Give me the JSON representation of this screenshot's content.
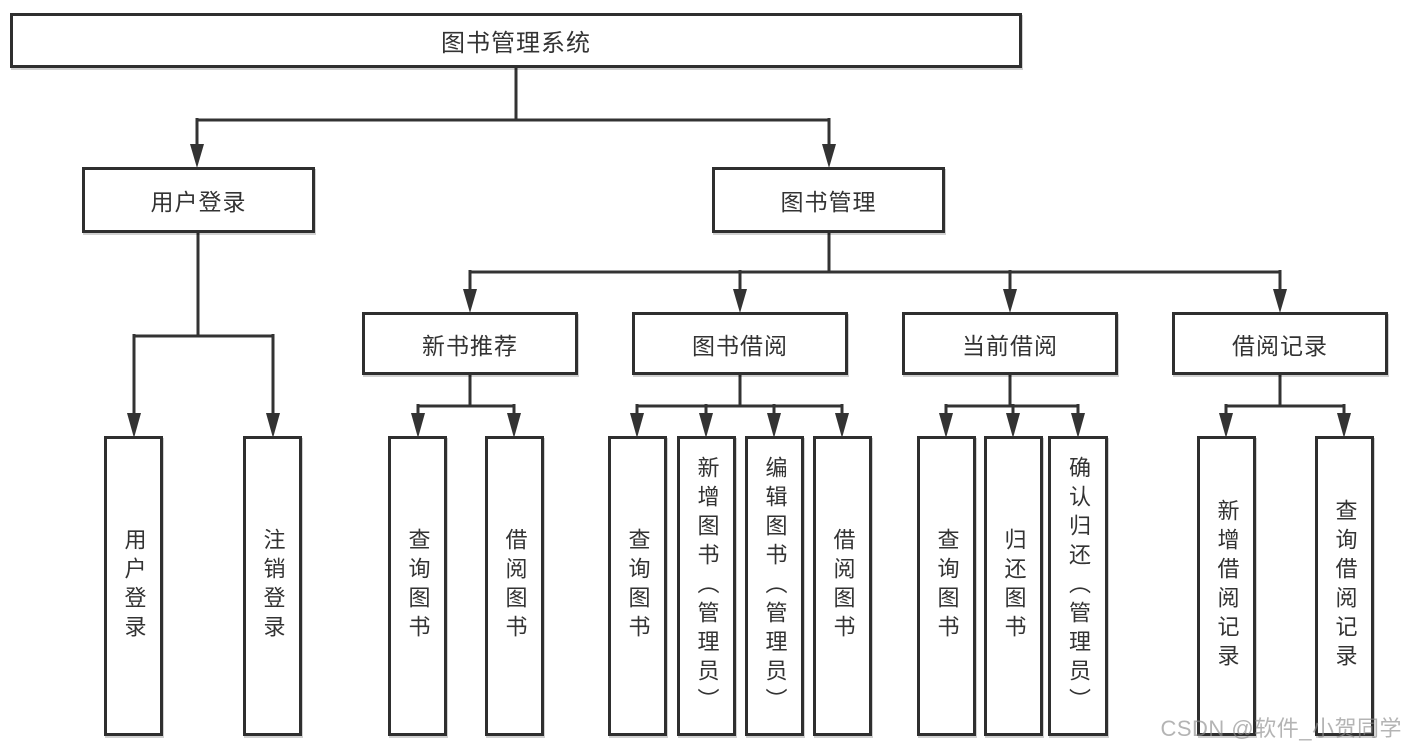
{
  "diagram": {
    "title": "图书管理系统",
    "level2": {
      "user_login": "用户登录",
      "book_mgmt": "图书管理"
    },
    "level3": {
      "new_book_rec": "新书推荐",
      "book_borrow": "图书借阅",
      "current_borrow": "当前借阅",
      "borrow_records": "借阅记录"
    },
    "leaves": {
      "user_login": [
        "用户登录",
        "注销登录"
      ],
      "new_book_rec": [
        "查询图书",
        "借阅图书"
      ],
      "book_borrow": [
        "查询图书",
        "新增图书（管理员）",
        "编辑图书（管理员）",
        "借阅图书"
      ],
      "current_borrow": [
        "查询图书",
        "归还图书",
        "确认归还（管理员）"
      ],
      "borrow_records": [
        "新增借阅记录",
        "查询借阅记录"
      ]
    },
    "colors": {
      "line": "#333333",
      "text": "#333333",
      "background": "#ffffff",
      "watermark": "#8c8c8c"
    }
  },
  "watermark": {
    "text": "CSDN @软件_小贺同学"
  }
}
